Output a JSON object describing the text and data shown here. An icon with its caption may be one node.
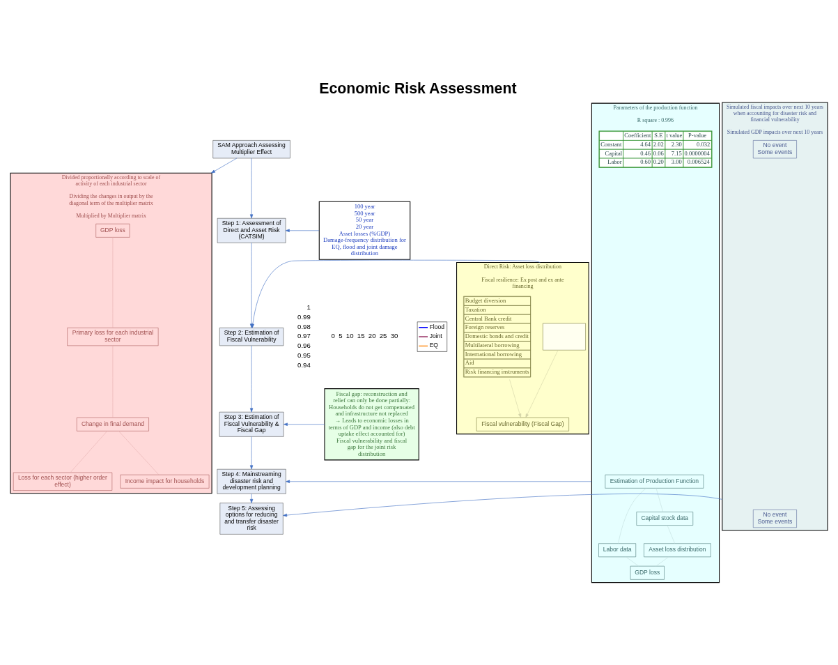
{
  "diagram": {
    "title": "Economic Risk Assessment",
    "nodes": [
      {
        "text": [
          "SAM Approach Assessing Multiplier Effect"
        ]
      },
      {
        "text": [
          "Step 1: Assessment of Direct and Asset Risk (CATSIM)"
        ]
      },
      {
        "text": [
          "Step 2: Estimation of Fiscal Vulnerability"
        ]
      },
      {
        "text": [
          "Step 3: Estimation of Fiscal Vulnerability & Fiscal Gap"
        ]
      },
      {
        "text": [
          "Step 4: Mainstreaming disaster risk and development planning"
        ]
      },
      {
        "text": [
          "Step 5: Assessing options for reducing and transfer disaster risk"
        ]
      },
      {
        "text": [
          "100 year",
          "500 year",
          "50 year",
          "20 year",
          "Asset losses (%GDP)",
          "Damage-frequency distribution for EQ, flood and joint damage distribution"
        ]
      },
      {
        "text": [
          "Divided proportionally according to scale of activity of each industrial sector",
          "Dividing the changes in output by the diagonal term of the multiplier matrix",
          "Multiplied by Multiplier matrix"
        ]
      },
      {
        "text": [
          "GDP loss"
        ],
        "in": 7
      },
      {
        "text": [
          "Primary loss for each industrial sector"
        ],
        "in": 7
      },
      {
        "text": [
          "Change in final demand"
        ],
        "in": 7
      },
      {
        "text": [
          "Loss for each sector (higher order effect)"
        ],
        "in": 7
      },
      {
        "text": [
          "Income impact for households"
        ],
        "in": 7
      },
      {
        "text": [
          "Direct Risk: Asset loss distribution",
          "Fiscal resilience: Ex post and ex ante financing"
        ]
      },
      {
        "text": [],
        "shape": "box",
        "in": 13
      },
      {
        "text": [
          "Budget diversion",
          "Taxation",
          "Central Bank credit",
          "Foreign reserves",
          "Domestic bonds and credit",
          "Multilateral borrowing",
          "International borrowing",
          "Aid",
          "Risk financing instruments"
        ],
        "in": 13
      },
      {
        "text": [
          "Fiscal vulnerability (Fiscal Gap)"
        ],
        "in": 13
      },
      {
        "text": [
          "Fiscal gap: reconstruction and relief can only be done partially: Households do not get compensated and infrastructure not replaced",
          "→ Leads to economic losses in terms of GDP and income (also debt uptake effect accounted for)",
          "Fiscal vulnerability and fiscal gap for the joint risk distribution"
        ]
      },
      {
        "text": [
          "Parameters of the production function",
          "R square : 0.996"
        ]
      },
      {
        "text": [
          "Estimation of Production Function"
        ],
        "in": 18
      },
      {
        "text": [
          "Labor data"
        ],
        "in": 18
      },
      {
        "text": [
          "Capital stock data"
        ],
        "in": 18
      },
      {
        "text": [
          "Asset loss distribution"
        ],
        "in": 18
      },
      {
        "text": [
          "GDP loss"
        ],
        "in": 18
      },
      {
        "text": [
          "Simulated fiscal impacts over next 10 years when accounting for disaster risk and financial vulnerability",
          "Simulated GDP impacts over next 10 years"
        ]
      },
      {
        "text": [
          "No event",
          "Some events"
        ],
        "in": 24
      },
      {
        "text": [
          "No event",
          "Some events"
        ],
        "in": 24
      }
    ],
    "edges": [
      {
        "from": 0,
        "to": 1,
        "arrow": "to"
      },
      {
        "from": 0,
        "to": 7,
        "arrow": "to"
      },
      {
        "from": 6,
        "to": 1,
        "arrow": "to"
      },
      {
        "from": 1,
        "to": 2,
        "arrow": "to"
      },
      {
        "from": 13,
        "to": 2,
        "arrow": "to"
      },
      {
        "from": 2,
        "to": 3,
        "arrow": "to"
      },
      {
        "from": 17,
        "to": 3,
        "arrow": "to"
      },
      {
        "from": 3,
        "to": 4,
        "arrow": "to"
      },
      {
        "from": 18,
        "to": 4,
        "arrow": "to"
      },
      {
        "from": 4,
        "to": 5,
        "arrow": "to"
      },
      {
        "from": 24,
        "to": 5,
        "arrow": "to"
      },
      {
        "from": 8,
        "to": 9,
        "arrow": "none",
        "color": "#e8b4b4"
      },
      {
        "from": 9,
        "to": 10,
        "arrow": "none",
        "color": "#e8b4b4"
      },
      {
        "from": 10,
        "to": 11,
        "arrow": "none",
        "color": "#e8b4b4"
      },
      {
        "from": 10,
        "to": 12,
        "arrow": "none",
        "color": "#e8b4b4"
      },
      {
        "from": 14,
        "to": 16,
        "arrow": "to",
        "color": "#d4d4a8"
      },
      {
        "from": 15,
        "to": 16,
        "arrow": "to",
        "color": "#d4d4a8"
      },
      {
        "from": 19,
        "to": 20,
        "arrow": "none",
        "color": "#c4e0e0"
      },
      {
        "from": 19,
        "to": 21,
        "arrow": "none",
        "color": "#c4e0e0"
      },
      {
        "from": 21,
        "to": 22,
        "arrow": "none",
        "color": "#c4e0e0"
      },
      {
        "from": 20,
        "to": 23,
        "arrow": "none",
        "color": "#c4e0e0"
      },
      {
        "from": 22,
        "to": 23,
        "arrow": "none",
        "color": "#c4e0e0"
      }
    ],
    "labels": [
      "1",
      "0.99",
      "0.98",
      "0.97",
      "0.96",
      "0.95",
      "0.94",
      "0",
      "5",
      "10",
      "15",
      "20",
      "25",
      "30",
      "Coefficient",
      "S.E",
      "t value",
      "P-value",
      "Constant",
      "4.64",
      "2.02",
      "2.30",
      "0.032",
      "Capital",
      "0.46",
      "0.06",
      "7.15",
      "0.0000004",
      "Labor",
      "0.60",
      "0.20",
      "3.00",
      "0.006524"
    ],
    "legend": [
      {
        "text": "Flood"
      },
      {
        "text": "Joint"
      },
      {
        "text": "EQ"
      }
    ]
  }
}
